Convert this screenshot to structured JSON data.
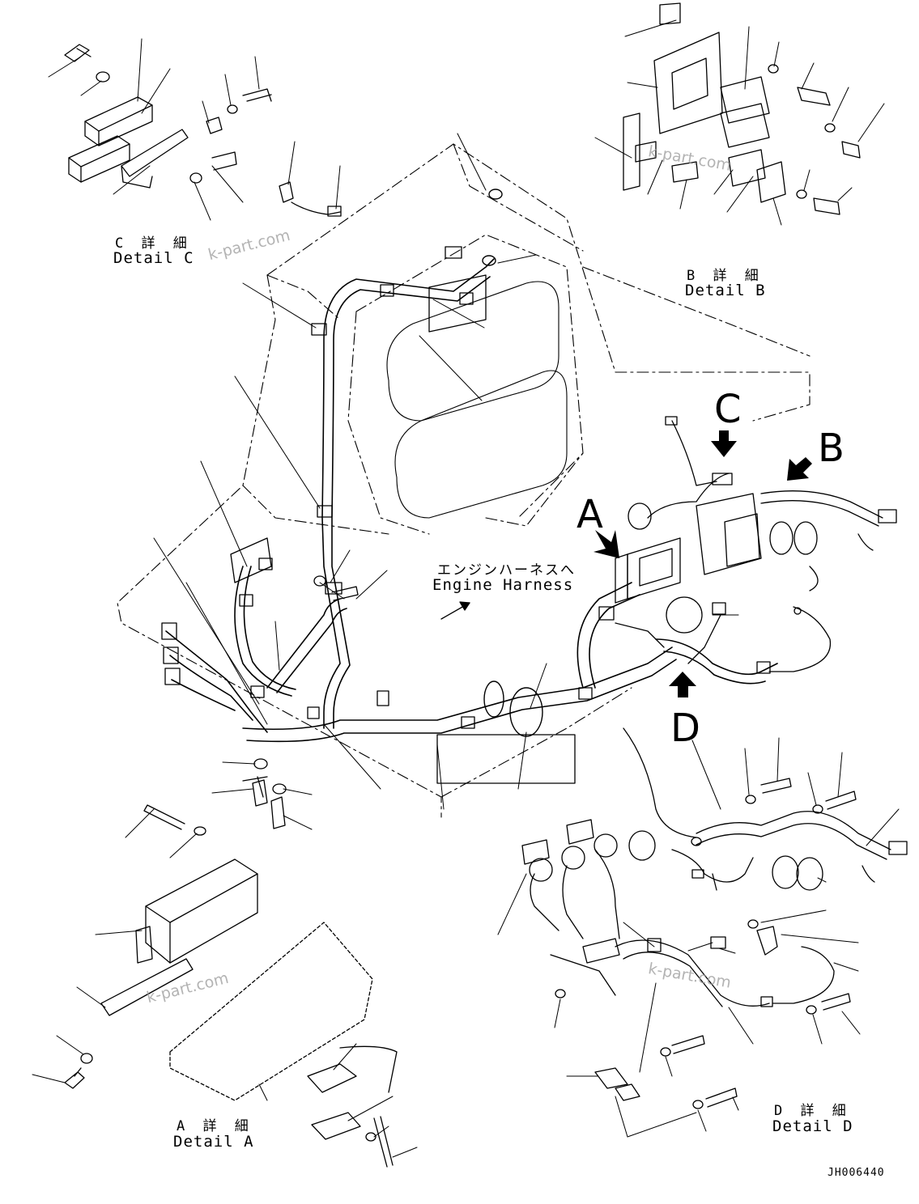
{
  "details": {
    "a": {
      "jp": "A 詳 細",
      "en": "Detail A"
    },
    "b": {
      "jp": "B 詳 細",
      "en": "Detail B"
    },
    "c": {
      "jp": "C 詳 細",
      "en": "Detail C"
    },
    "d": {
      "jp": "D 詳 細",
      "en": "Detail D"
    }
  },
  "view_letters": {
    "a": "A",
    "b": "B",
    "c": "C",
    "d": "D"
  },
  "engine_harness": {
    "jp": "エンジンハーネスへ",
    "en": "Engine Harness"
  },
  "watermark": "k-part.com",
  "drawing_code": "JH006440"
}
